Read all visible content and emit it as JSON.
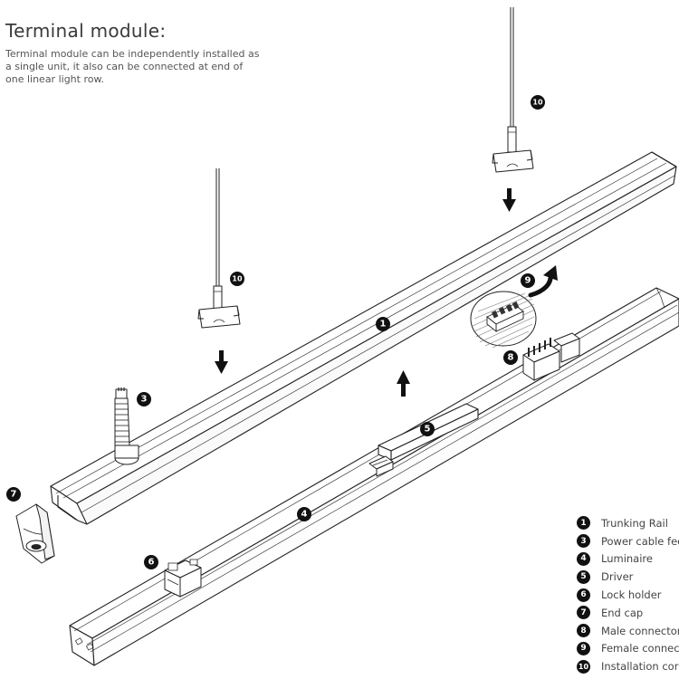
{
  "title": "Terminal module:",
  "description": "Terminal module can be independently installed as a single unit,  it also can be connected at end of one linear light row.",
  "markers": {
    "trunking_rail": "1",
    "power_cable_feed": "3",
    "luminaire": "4",
    "driver": "5",
    "lock_holder": "6",
    "end_cap": "7",
    "male_connector": "8",
    "female_connector": "9",
    "installation_cord_right": "10",
    "installation_cord_left": "10"
  },
  "legend": [
    {
      "num": "1",
      "label": "Trunking Rail"
    },
    {
      "num": "3",
      "label": "Power cable feed"
    },
    {
      "num": "4",
      "label": "Luminaire"
    },
    {
      "num": "5",
      "label": "Driver"
    },
    {
      "num": "6",
      "label": "Lock holder"
    },
    {
      "num": "7",
      "label": "End cap"
    },
    {
      "num": "8",
      "label": "Male connector"
    },
    {
      "num": "9",
      "label": "Female connector"
    },
    {
      "num": "10",
      "label": "Installation cord"
    }
  ],
  "colors": {
    "line": "#222222",
    "badge": "#111111",
    "text": "#444444"
  }
}
